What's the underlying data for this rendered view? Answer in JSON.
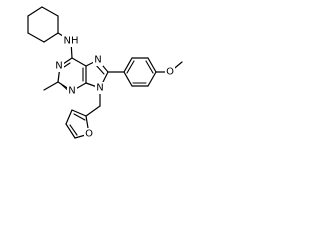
{
  "diagram": {
    "type": "chemical-structure",
    "atom_labels": {
      "amine_nh": "NH",
      "n1": "N",
      "n3": "N",
      "n7": "N",
      "n9": "N",
      "furan_o": "O",
      "methoxy_o": "O"
    }
  }
}
